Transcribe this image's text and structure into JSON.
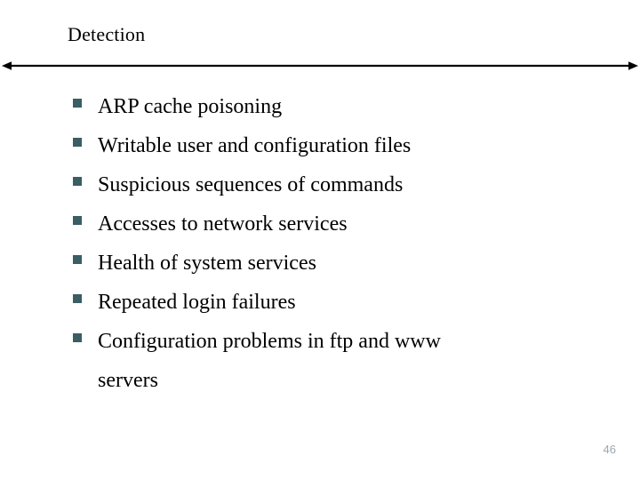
{
  "slide": {
    "title": "Detection",
    "background_color": "#ffffff",
    "title_color": "#000000",
    "bullet_color": "#3a5e63",
    "rule_color": "#000000",
    "page_number": "46",
    "page_number_color": "#9aa9ae",
    "divider": {
      "name": "double-headed-arrow",
      "left_arrow": "arrow-left-icon",
      "right_arrow": "arrow-right-icon"
    },
    "bullets": [
      {
        "text": "ARP cache poisoning"
      },
      {
        "text": "Writable user and configuration files"
      },
      {
        "text": "Suspicious sequences of commands"
      },
      {
        "text": "Accesses to network services"
      },
      {
        "text": "Health of system services"
      },
      {
        "text": "Repeated login failures"
      },
      {
        "text": "Configuration problems in ftp and www\nservers"
      }
    ]
  }
}
